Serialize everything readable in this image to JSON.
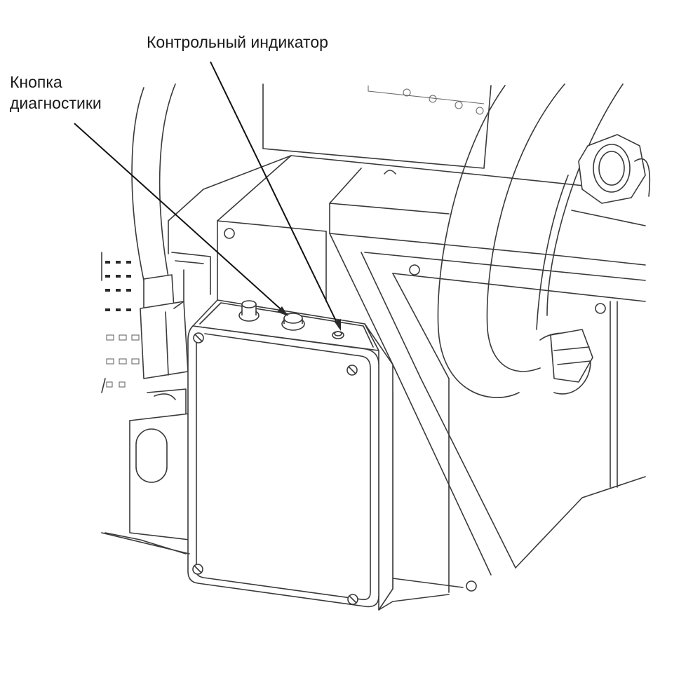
{
  "labels": {
    "indicator": "Контрольный индикатор",
    "diagnostic_line1": "Кнопка",
    "diagnostic_line2": "диагностики"
  },
  "colors": {
    "line": "#3a3a3a",
    "leader": "#111111",
    "background": "#ffffff"
  }
}
